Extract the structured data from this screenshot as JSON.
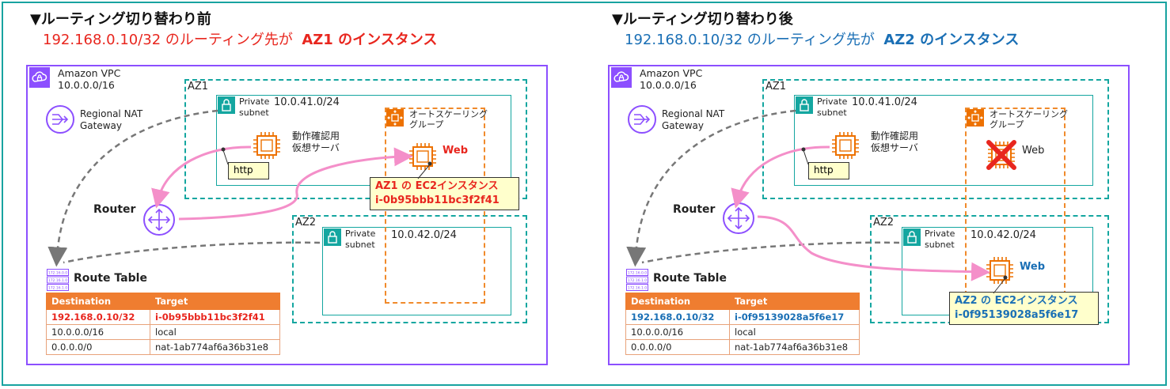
{
  "left": {
    "heading": "▼ルーティング切り替わり前",
    "route_prefix": "192.168.0.10/32 のルーティング先が",
    "route_az": "AZ1 のインスタンス",
    "accent": "#e8261e",
    "vpc_name": "Amazon VPC",
    "vpc_cidr": "10.0.0.0/16",
    "nat_label": "Regional NAT\nGateway",
    "az1": "AZ1",
    "az2": "AZ2",
    "subnet1_label": "Private\nsubnet",
    "subnet1_cidr": "10.0.41.0/24",
    "subnet2_label": "Private\nsubnet",
    "subnet2_cidr": "10.0.42.0/24",
    "asg_label": "オートスケーリング\nグループ",
    "vm_label": "動作確認用\n仮想サーバ",
    "web_label": "Web",
    "http_label": "http",
    "callout": "AZ1 の EC2インスタンス\ni-0b95bbb11bc3f2f41",
    "router": "Router",
    "route_table": "Route Table",
    "table_headers": [
      "Destination",
      "Target"
    ],
    "table_rows": [
      [
        "192.168.0.10/32",
        "i-0b95bbb11bc3f2f41"
      ],
      [
        "10.0.0.0/16",
        "local"
      ],
      [
        "0.0.0.0/0",
        "nat-1ab774af6a36b31e8"
      ]
    ]
  },
  "right": {
    "heading": "▼ルーティング切り替わり後",
    "route_prefix": "192.168.0.10/32 のルーティング先が",
    "route_az": "AZ2 のインスタンス",
    "accent": "#1a6fb5",
    "vpc_name": "Amazon VPC",
    "vpc_cidr": "10.0.0.0/16",
    "nat_label": "Regional NAT\nGateway",
    "az1": "AZ1",
    "az2": "AZ2",
    "subnet1_label": "Private\nsubnet",
    "subnet1_cidr": "10.0.41.0/24",
    "subnet2_label": "Private\nsubnet",
    "subnet2_cidr": "10.0.42.0/24",
    "asg_label": "オートスケーリング\nグループ",
    "vm_label": "動作確認用\n仮想サーバ",
    "web_label_failed": "Web",
    "web_label": "Web",
    "http_label": "http",
    "callout": "AZ2 の EC2インスタンス\ni-0f95139028a5f6e17",
    "router": "Router",
    "route_table": "Route Table",
    "table_headers": [
      "Destination",
      "Target"
    ],
    "table_rows": [
      [
        "192.168.0.10/32",
        "i-0f95139028a5f6e17"
      ],
      [
        "10.0.0.0/16",
        "local"
      ],
      [
        "0.0.0.0/0",
        "nat-1ab774af6a36b31e8"
      ]
    ]
  },
  "icon_texts": [
    "172.16.0.0",
    "172.16.1.0",
    "172.16.1.0"
  ],
  "colors": {
    "frame": "#18a3a0",
    "vpc_border": "#8c4fff",
    "az_border": "#14a6a0",
    "asg_border": "#f08a2b",
    "ec2_orange": "#ed7100",
    "flow_pink": "#f48fc9",
    "dashed_gray": "#777777",
    "table_header": "#ef7d30",
    "callout_bg": "#ffffcc"
  }
}
